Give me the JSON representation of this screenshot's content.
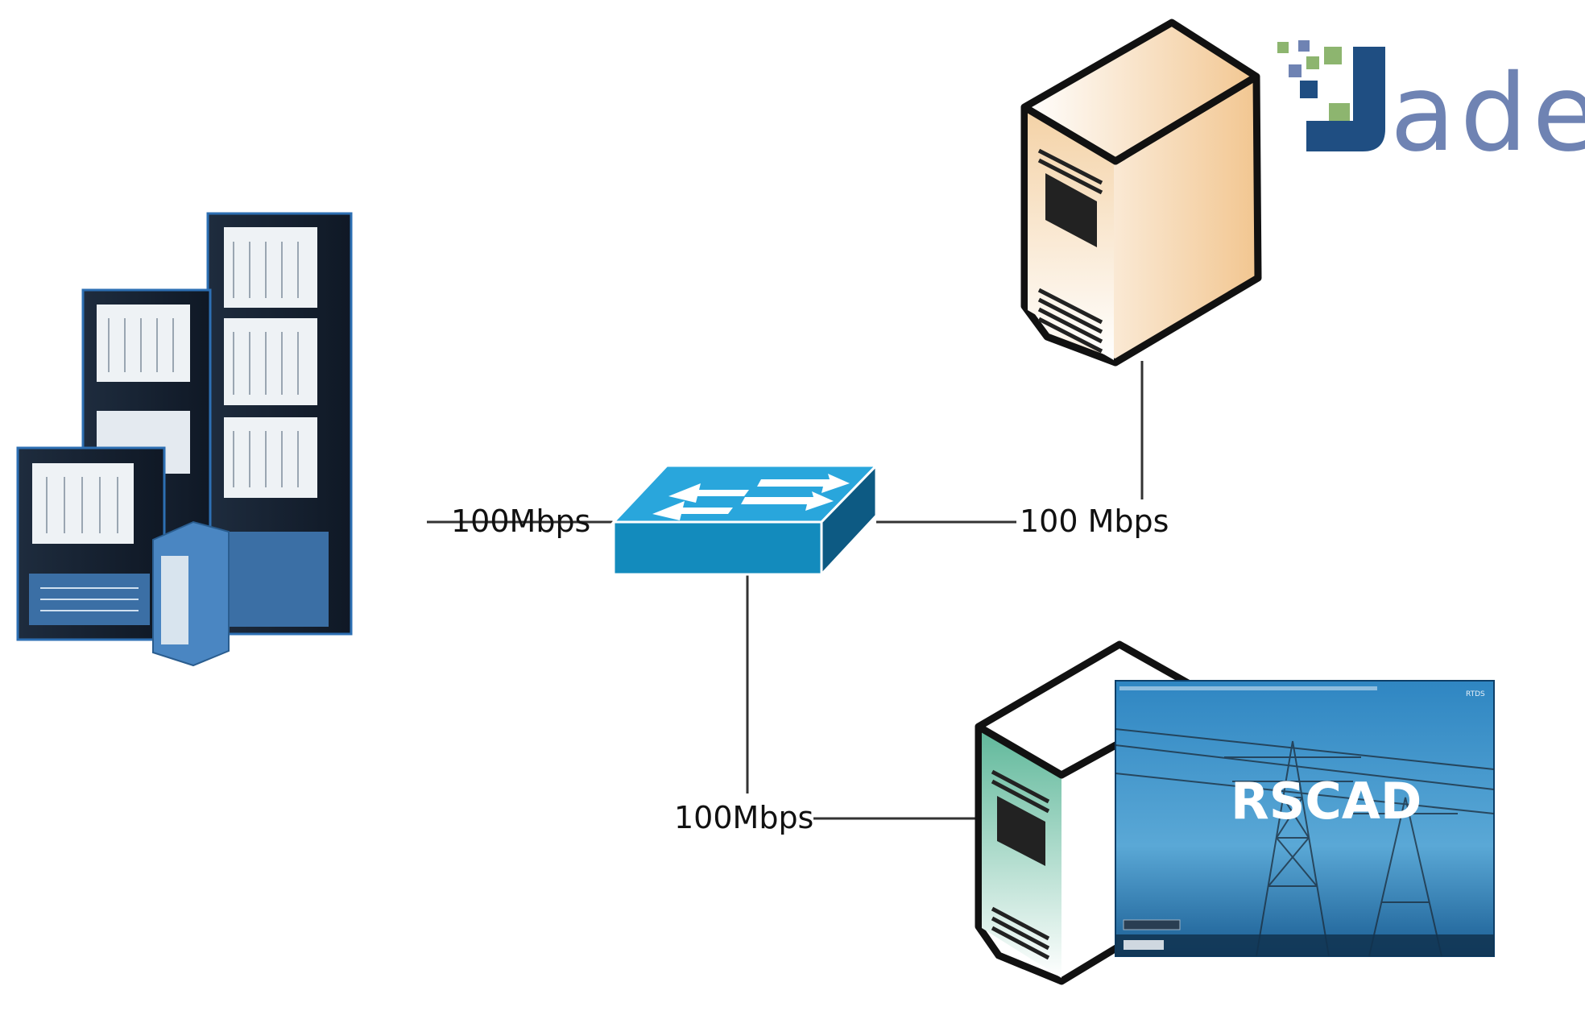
{
  "diagram": {
    "nodes": {
      "rtds_racks": {
        "icon": "rtds-simulator-racks-icon"
      },
      "network_switch": {
        "icon": "network-switch-icon"
      },
      "jade_server": {
        "icon": "server-tower-icon",
        "colors": {
          "accent": "#f2c690"
        }
      },
      "rscad_server": {
        "icon": "server-tower-icon",
        "colors": {
          "accent": "#5fb89a"
        }
      }
    },
    "links": {
      "racks_to_switch": {
        "label": "100Mbps"
      },
      "switch_to_jade": {
        "label": "100 Mbps"
      },
      "switch_to_rscad": {
        "label": "100Mbps"
      }
    },
    "jade_logo": {
      "text": "ade",
      "colors": {
        "dark": "#1f4e82",
        "light": "#6f83b3",
        "green": "#8db56f"
      }
    },
    "rscad_splash": {
      "title": "RSCAD",
      "brand": "RTDS",
      "colors": {
        "sky": "#2f86c2",
        "deep": "#1a5d93"
      }
    }
  }
}
